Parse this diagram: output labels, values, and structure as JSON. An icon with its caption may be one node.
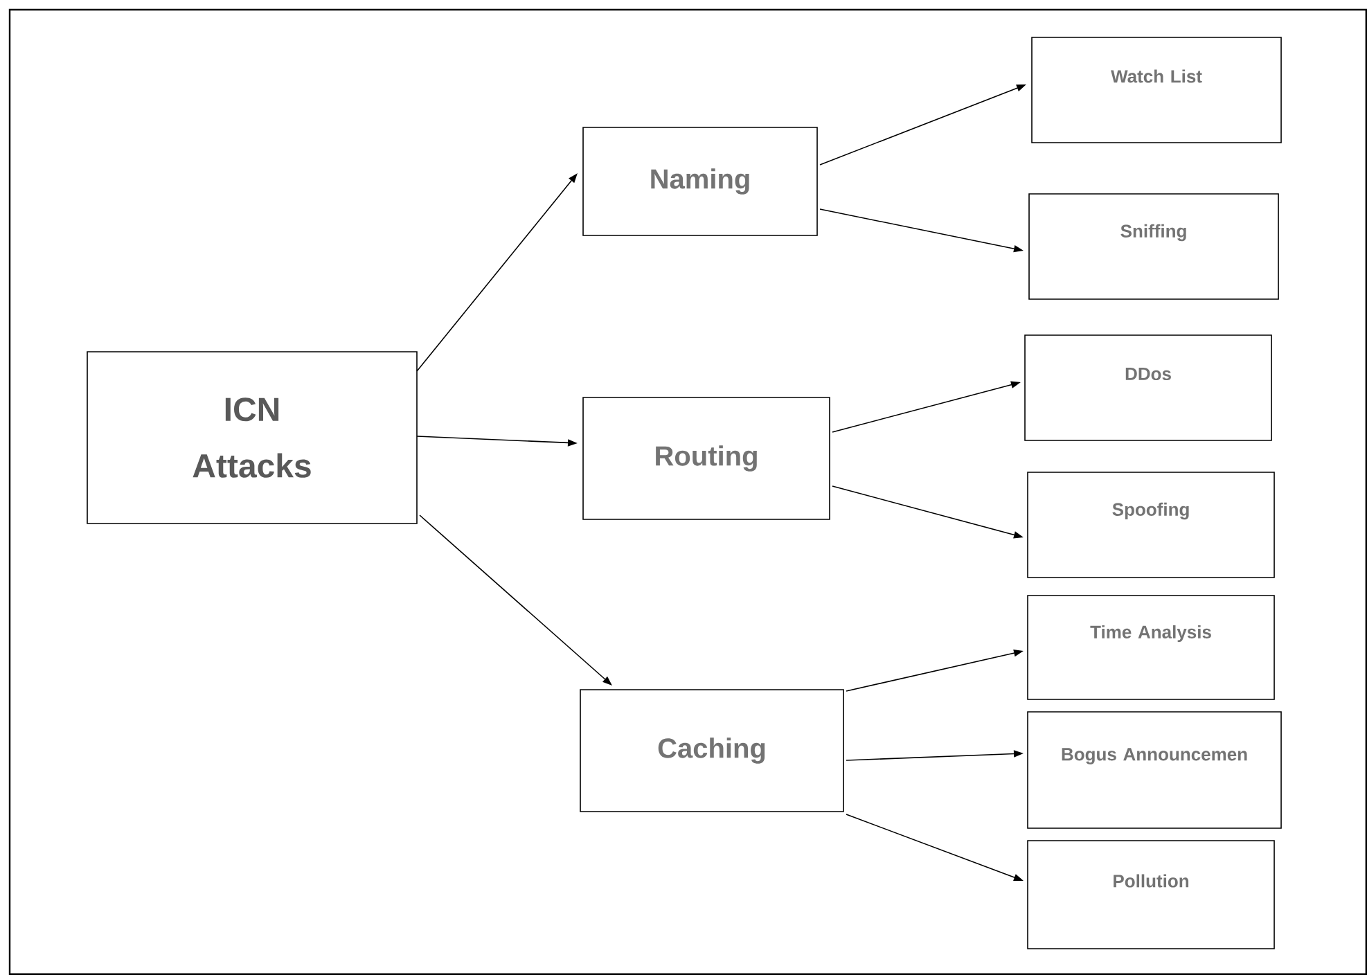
{
  "diagram": {
    "nodes": [
      {
        "text": [
          "ICN Attacks"
        ]
      },
      {
        "text": [
          "Naming"
        ]
      },
      {
        "text": [
          "Routing"
        ]
      },
      {
        "text": [
          "Caching"
        ]
      },
      {
        "text": [
          "Watch List"
        ]
      },
      {
        "text": [
          "Sniffing"
        ]
      },
      {
        "text": [
          "DDos"
        ]
      },
      {
        "text": [
          "Spoofing"
        ]
      },
      {
        "text": [
          "Time Analysis"
        ]
      },
      {
        "text": [
          "Bogus Announcemen"
        ]
      },
      {
        "text": [
          "Pollution"
        ]
      }
    ],
    "edges": [
      {
        "from": 0,
        "to": 1,
        "arrow": "to"
      },
      {
        "from": 0,
        "to": 2,
        "arrow": "to"
      },
      {
        "from": 0,
        "to": 3,
        "arrow": "to"
      },
      {
        "from": 1,
        "to": 4,
        "arrow": "to"
      },
      {
        "from": 1,
        "to": 5,
        "arrow": "to"
      },
      {
        "from": 2,
        "to": 6,
        "arrow": "to"
      },
      {
        "from": 2,
        "to": 7,
        "arrow": "to"
      },
      {
        "from": 3,
        "to": 8,
        "arrow": "to"
      },
      {
        "from": 3,
        "to": 9,
        "arrow": "to"
      },
      {
        "from": 3,
        "to": 10,
        "arrow": "to"
      }
    ]
  }
}
